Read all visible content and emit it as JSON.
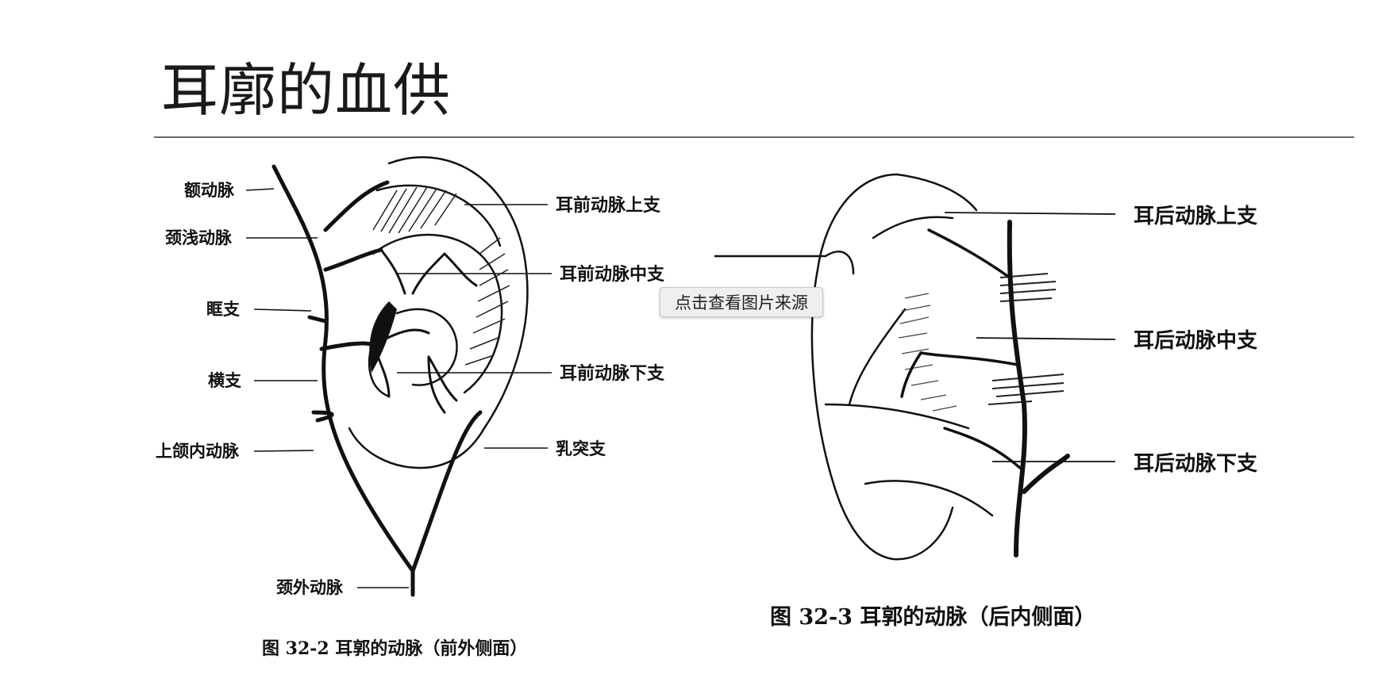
{
  "slide": {
    "title": "耳廓的血供"
  },
  "figure_left": {
    "labels": {
      "frontal_artery": "额动脉",
      "superficial_temporal": "颈浅动脉",
      "zygomatic_branch": "眶支",
      "transverse_branch": "横支",
      "internal_maxillary": "上颌内动脉",
      "external_carotid": "颈外动脉",
      "anterior_upper": "耳前动脉上支",
      "anterior_middle": "耳前动脉中支",
      "anterior_lower": "耳前动脉下支",
      "mastoid_branch": "乳突支"
    },
    "caption": "图 32-2   耳郭的动脉（前外侧面）"
  },
  "figure_right": {
    "labels": {
      "posterior_upper": "耳后动脉上支",
      "posterior_middle": "耳后动脉中支",
      "posterior_lower": "耳后动脉下支"
    },
    "caption": "图 32-3   耳郭的动脉（后内侧面）"
  },
  "tooltip": {
    "text": "点击查看图片来源"
  }
}
